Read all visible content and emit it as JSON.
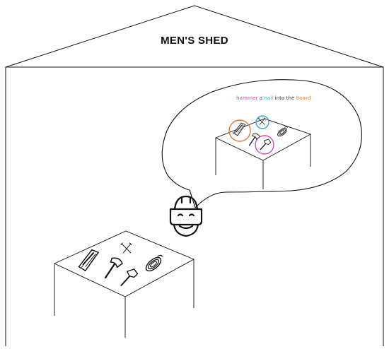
{
  "title": "MEN'S SHED",
  "caption": {
    "words": [
      {
        "text": "hammer",
        "color": "#c64fbf"
      },
      {
        "text": " a ",
        "color": "#555555"
      },
      {
        "text": "nail",
        "color": "#3aa9d6"
      },
      {
        "text": " into the ",
        "color": "#444444"
      },
      {
        "text": "board",
        "color": "#e07b39"
      }
    ]
  },
  "highlight_colors": {
    "board": "#e07b39",
    "nail": "#3aa9d6",
    "hammer": "#c64fbf"
  },
  "icons": [
    "wood-board-icon",
    "nail-icon",
    "axe-icon",
    "hammer-icon",
    "rope-icon",
    "vr-headset-person-icon"
  ]
}
